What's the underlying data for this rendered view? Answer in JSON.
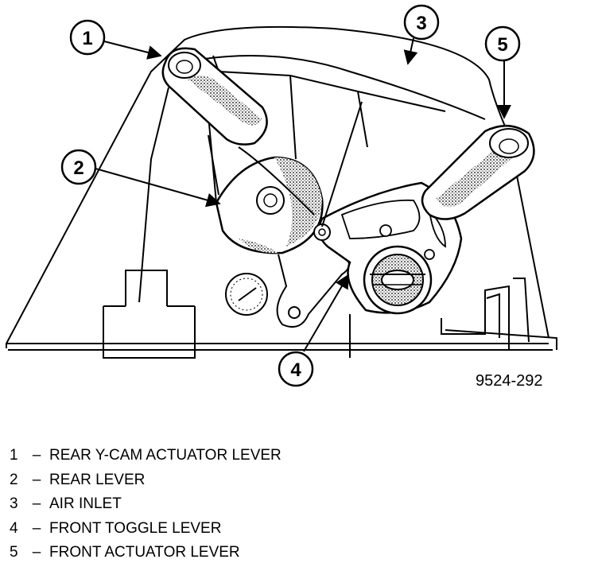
{
  "figure_id": "9524-292",
  "callouts": [
    "1",
    "2",
    "3",
    "4",
    "5"
  ],
  "legend": [
    {
      "num": "1",
      "sep": "–",
      "label": "REAR Y-CAM ACTUATOR LEVER"
    },
    {
      "num": "2",
      "sep": "–",
      "label": "REAR LEVER"
    },
    {
      "num": "3",
      "sep": "–",
      "label": "AIR INLET"
    },
    {
      "num": "4",
      "sep": "–",
      "label": "FRONT TOGGLE LEVER"
    },
    {
      "num": "5",
      "sep": "–",
      "label": "FRONT ACTUATOR LEVER"
    }
  ]
}
